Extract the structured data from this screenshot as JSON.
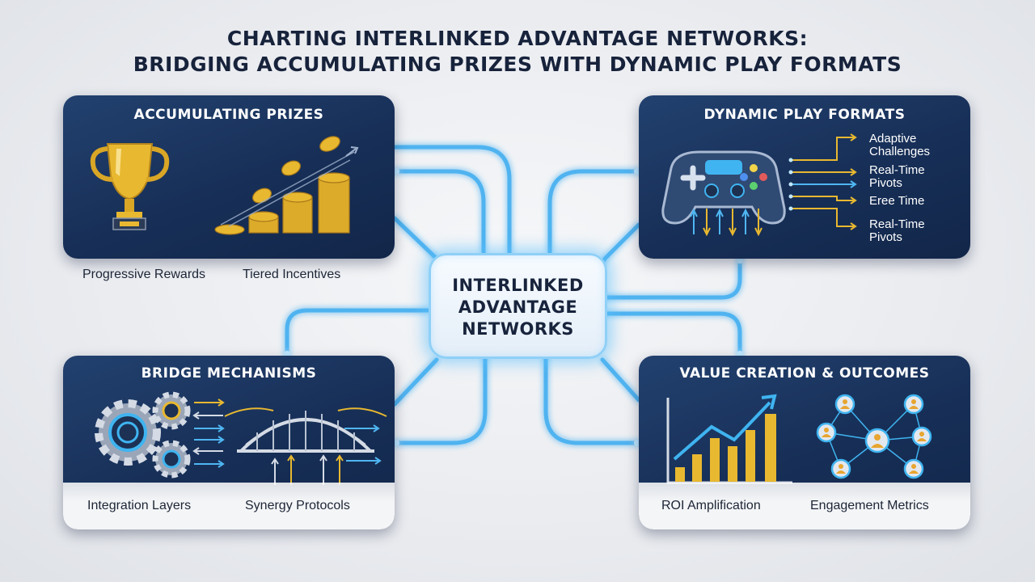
{
  "title": {
    "line1": "CHARTING INTERLINKED ADVANTAGE NETWORKS:",
    "line2": "BRIDGING ACCUMULATING PRIZES WITH DYNAMIC PLAY FORMATS"
  },
  "hub": {
    "line1": "INTERLINKED",
    "line2": "ADVANTAGE",
    "line3": "NETWORKS"
  },
  "cards": {
    "accumulating": {
      "title": "ACCUMULATING PRIZES",
      "caption_left": "Progressive Rewards",
      "caption_right": "Tiered Incentives"
    },
    "dynamic": {
      "title": "DYNAMIC PLAY FORMATS",
      "labels": [
        {
          "line1": "Adaptive",
          "line2": "Challenges"
        },
        {
          "line1": "Real-Time",
          "line2": "Pivots"
        },
        {
          "line1": "Eree Time",
          "line2": ""
        },
        {
          "line1": "Real-Time",
          "line2": "Pivots"
        }
      ]
    },
    "bridge": {
      "title": "BRIDGE MECHANISMS",
      "caption_left": "Integration Layers",
      "caption_right": "Synergy Protocols"
    },
    "value": {
      "title": "VALUE CREATION & OUTCOMES",
      "caption_left": "ROI Amplification",
      "caption_right": "Engagement Metrics"
    }
  },
  "colors": {
    "card_navy": "#1a3560",
    "glow_blue": "#4fb6f2",
    "gold": "#e8b830",
    "title_navy": "#17223b"
  },
  "icons": [
    "trophy-icon",
    "coin-stacks-icon",
    "gamepad-icon",
    "gear-icon",
    "bridge-icon",
    "bar-chart-icon",
    "people-network-icon"
  ]
}
